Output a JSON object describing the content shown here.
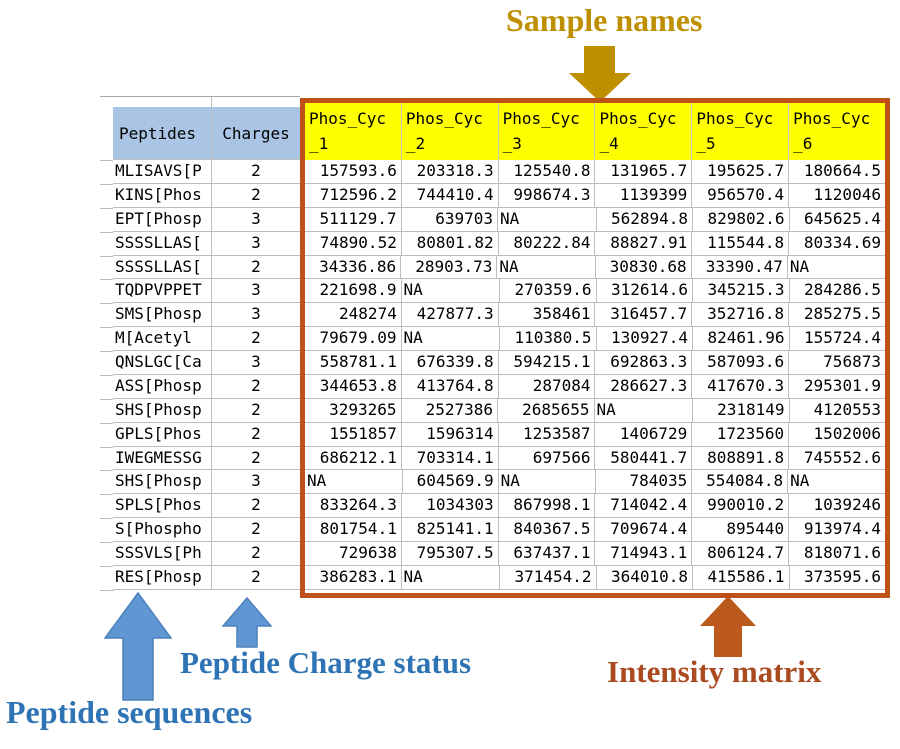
{
  "annotations": {
    "sample_names": {
      "label": "Sample names"
    },
    "peptide_sequences": {
      "label": "Peptide sequences"
    },
    "peptide_charge": {
      "label": "Peptide Charge status"
    },
    "intensity_matrix": {
      "label": "Intensity matrix"
    }
  },
  "table": {
    "row_header": {
      "peptides": "Peptides",
      "charges": "Charges"
    },
    "sample_columns": [
      {
        "line1": "Phos_Cyc",
        "line2": "_1"
      },
      {
        "line1": "Phos_Cyc",
        "line2": "_2"
      },
      {
        "line1": "Phos_Cyc",
        "line2": "_3"
      },
      {
        "line1": "Phos_Cyc",
        "line2": "_4"
      },
      {
        "line1": "Phos_Cyc",
        "line2": "_5"
      },
      {
        "line1": "Phos_Cyc",
        "line2": "_6"
      }
    ],
    "rows": [
      {
        "peptide": "MLISAVS[P",
        "charge": "2",
        "values": [
          "157593.6",
          "203318.3",
          "125540.8",
          "131965.7",
          "195625.7",
          "180664.5"
        ]
      },
      {
        "peptide": "KINS[Phos",
        "charge": "2",
        "values": [
          "712596.2",
          "744410.4",
          "998674.3",
          "1139399",
          "956570.4",
          "1120046"
        ]
      },
      {
        "peptide": "EPT[Phosp",
        "charge": "3",
        "values": [
          "511129.7",
          "639703",
          "NA",
          "562894.8",
          "829802.6",
          "645625.4"
        ]
      },
      {
        "peptide": "SSSSLLAS[",
        "charge": "3",
        "values": [
          "74890.52",
          "80801.82",
          "80222.84",
          "88827.91",
          "115544.8",
          "80334.69"
        ]
      },
      {
        "peptide": "SSSSLLAS[",
        "charge": "2",
        "values": [
          "34336.86",
          "28903.73",
          "NA",
          "30830.68",
          "33390.47",
          "NA"
        ]
      },
      {
        "peptide": "TQDPVPPET",
        "charge": "3",
        "values": [
          "221698.9",
          "NA",
          "270359.6",
          "312614.6",
          "345215.3",
          "284286.5"
        ]
      },
      {
        "peptide": "SMS[Phosp",
        "charge": "3",
        "values": [
          "248274",
          "427877.3",
          "358461",
          "316457.7",
          "352716.8",
          "285275.5"
        ]
      },
      {
        "peptide": "M[Acetyl",
        "charge": "2",
        "values": [
          "79679.09",
          "NA",
          "110380.5",
          "130927.4",
          "82461.96",
          "155724.4"
        ]
      },
      {
        "peptide": "QNSLGC[Ca",
        "charge": "3",
        "values": [
          "558781.1",
          "676339.8",
          "594215.1",
          "692863.3",
          "587093.6",
          "756873"
        ]
      },
      {
        "peptide": "ASS[Phosp",
        "charge": "2",
        "values": [
          "344653.8",
          "413764.8",
          "287084",
          "286627.3",
          "417670.3",
          "295301.9"
        ]
      },
      {
        "peptide": "SHS[Phosp",
        "charge": "2",
        "values": [
          "3293265",
          "2527386",
          "2685655",
          "NA",
          "2318149",
          "4120553"
        ]
      },
      {
        "peptide": "GPLS[Phos",
        "charge": "2",
        "values": [
          "1551857",
          "1596314",
          "1253587",
          "1406729",
          "1723560",
          "1502006"
        ]
      },
      {
        "peptide": "IWEGMESSG",
        "charge": "2",
        "values": [
          "686212.1",
          "703314.1",
          "697566",
          "580441.7",
          "808891.8",
          "745552.6"
        ]
      },
      {
        "peptide": "SHS[Phosp",
        "charge": "3",
        "values": [
          "NA",
          "604569.9",
          "NA",
          "784035",
          "554084.8",
          "NA"
        ]
      },
      {
        "peptide": "SPLS[Phos",
        "charge": "2",
        "values": [
          "833264.3",
          "1034303",
          "867998.1",
          "714042.4",
          "990010.2",
          "1039246"
        ]
      },
      {
        "peptide": "S[Phospho",
        "charge": "2",
        "values": [
          "801754.1",
          "825141.1",
          "840367.5",
          "709674.4",
          "895440",
          "913974.4"
        ]
      },
      {
        "peptide": "SSSVLS[Ph",
        "charge": "2",
        "values": [
          "729638",
          "795307.5",
          "637437.1",
          "714943.1",
          "806124.7",
          "818071.6"
        ]
      },
      {
        "peptide": "RES[Phosp",
        "charge": "2",
        "values": [
          "386283.1",
          "NA",
          "371454.2",
          "364010.8",
          "415586.1",
          "373595.6"
        ]
      }
    ]
  },
  "colors": {
    "gold": "#BE9000",
    "blue_text": "#2E74B5",
    "blue_arrow": "#6096D2",
    "blue_arrow_edge": "#4E81BD",
    "orange_arrow": "#BC5A1E",
    "orange_text": "#AB4A1F",
    "box_border": "#BE5117",
    "header_blue": "#A9C4E4",
    "header_yellow": "#FFFF00",
    "grid": "#BDBDBD"
  }
}
